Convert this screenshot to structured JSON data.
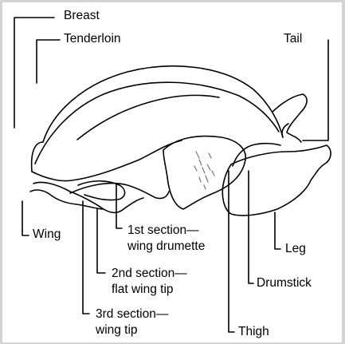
{
  "labels": {
    "breast": "Breast",
    "tenderloin": "Tenderloin",
    "tail": "Tail",
    "wing": "Wing",
    "wing_section_1": [
      "1st section—",
      "wing drumette"
    ],
    "wing_section_2": [
      "2nd section—",
      "flat wing tip"
    ],
    "wing_section_3": [
      "3rd section—",
      "wing tip"
    ],
    "leg": "Leg",
    "drumstick": "Drumstick",
    "thigh": "Thigh"
  },
  "colors": {
    "background": "#d4d4d4",
    "panel": "#ffffff",
    "stroke": "#000000",
    "shading": "#777777"
  }
}
